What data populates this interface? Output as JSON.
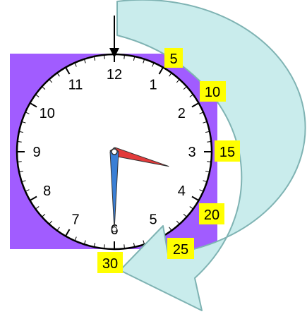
{
  "clock": {
    "numerals": [
      "12",
      "1",
      "2",
      "3",
      "4",
      "5",
      "6",
      "7",
      "8",
      "9",
      "10",
      "11"
    ],
    "time": {
      "hour": 3,
      "minute": 30
    },
    "face_color": "#ffffff",
    "rim_color": "#000000",
    "hour_hand_color": "#e23a3a",
    "minute_hand_color": "#3a7fd5"
  },
  "background_panel_color": "#a15cff",
  "arrow_color": "#c9ecec",
  "minute_labels": {
    "color": "#ffff00",
    "items": [
      "5",
      "10",
      "15",
      "20",
      "25",
      "30"
    ]
  }
}
